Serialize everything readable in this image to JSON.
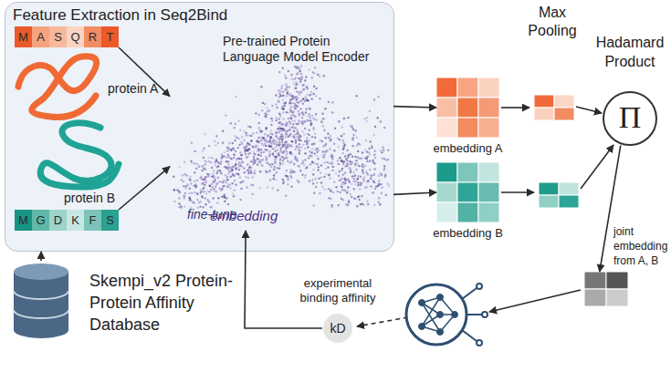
{
  "diagram": {
    "nodes": [
      {
        "text": [
          "Feature Extraction in Seq2Bind"
        ]
      },
      {
        "text": [
          "M",
          "A",
          "S",
          "Q",
          "R",
          "T"
        ],
        "in": 0
      },
      {
        "text": [
          "M",
          "G",
          "D",
          "K",
          "F",
          "S"
        ],
        "in": 0
      },
      {
        "text": [
          "Pre-trained Protein Language Model Encoder",
          "embedding"
        ],
        "in": 0
      },
      {
        "text": [
          "embedding A"
        ]
      },
      {
        "text": [
          "embedding B"
        ]
      },
      {
        "text": [
          "Hadamard Product",
          "Π"
        ]
      },
      {
        "text": [
          "joint embedding from A, B"
        ]
      },
      {
        "text": [
          "experimental binding affinity",
          "kD"
        ]
      },
      {
        "text": [
          "Skempi_v2 Protein-Protein Affinity Database"
        ]
      }
    ],
    "edges": [
      {
        "from": 1,
        "to": 3,
        "arrow": "to"
      },
      {
        "from": 2,
        "to": 3,
        "arrow": "to"
      },
      {
        "from": 3,
        "to": 4,
        "arrow": "to"
      },
      {
        "from": 3,
        "to": 5,
        "arrow": "to"
      },
      {
        "from": 6,
        "to": 7,
        "arrow": "to"
      },
      {
        "from": 8,
        "to": 3,
        "label": "fine-tune",
        "arrow": "to"
      },
      {
        "from": 9,
        "to": 0,
        "arrow": "to"
      }
    ],
    "labels": [
      "protein A",
      "protein B",
      "Max Pooling"
    ]
  }
}
